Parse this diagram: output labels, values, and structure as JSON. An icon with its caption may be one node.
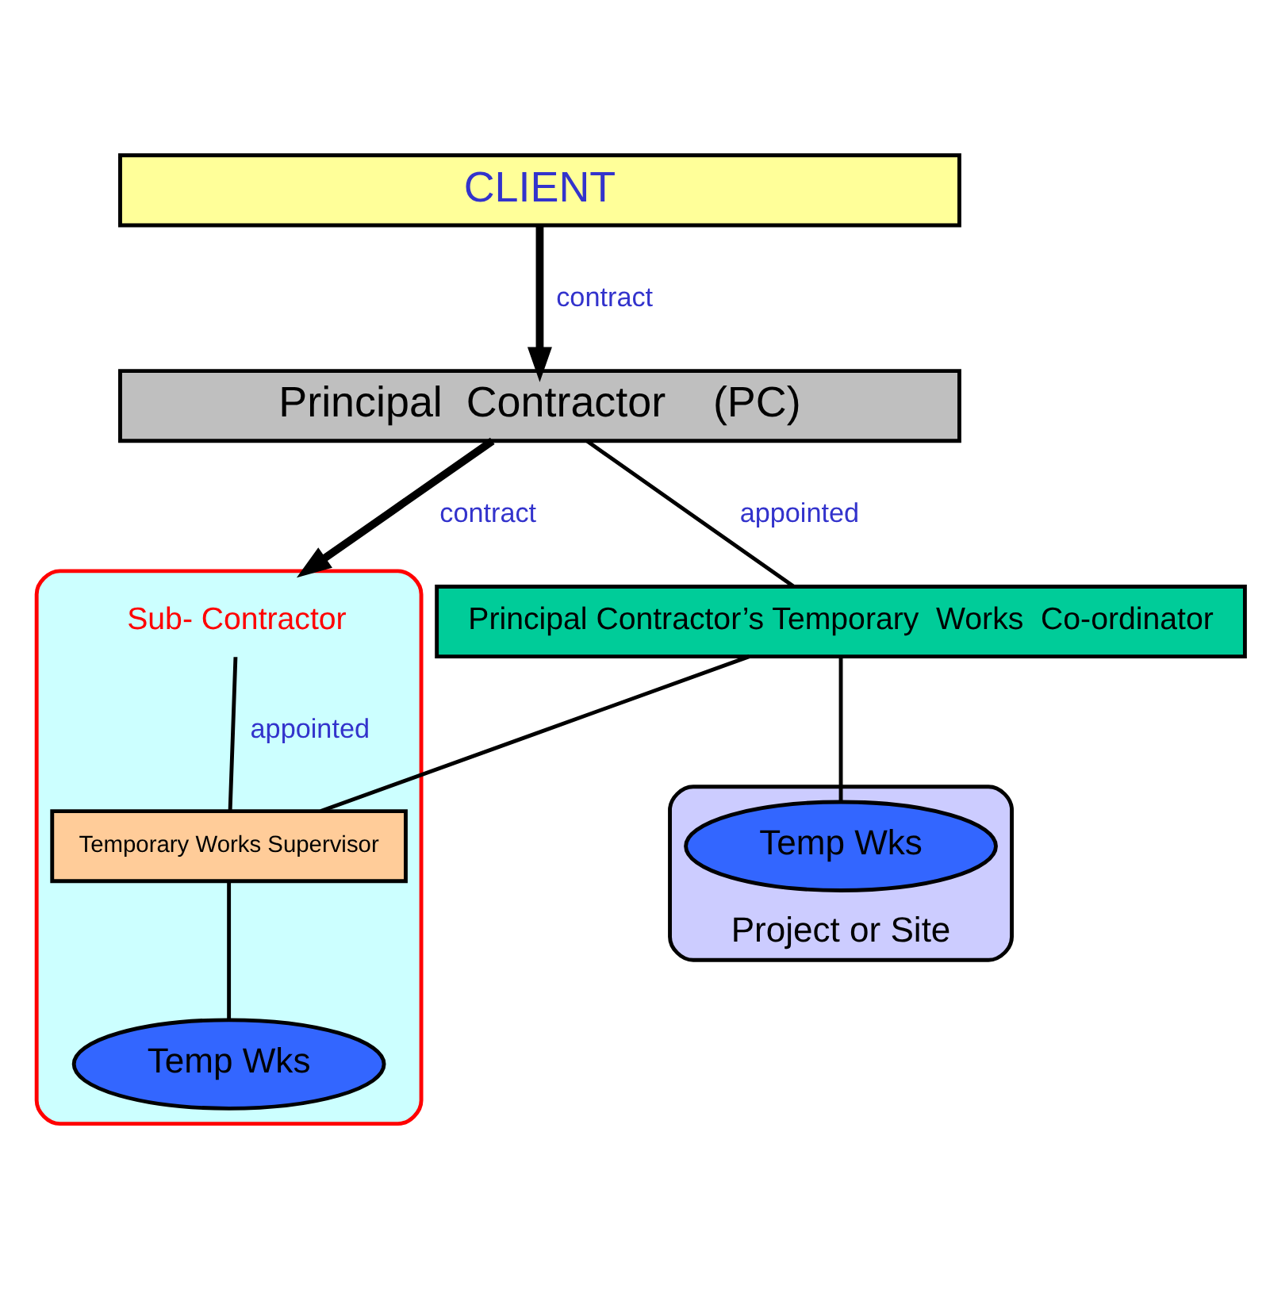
{
  "diagram": {
    "nodes": [
      {
        "text": [
          "CLIENT"
        ]
      },
      {
        "text": [
          "Principal  Contractor    (PC)"
        ]
      },
      {
        "text": [
          "Principal Contractor’s Temporary  Works  Co-ordinator"
        ]
      },
      {
        "text": [
          "Project or Site"
        ]
      },
      {
        "text": [
          "Sub- Contractor"
        ]
      },
      {
        "text": [
          "Temporary Works Supervisor"
        ],
        "in": 4
      },
      {
        "text": [
          "Temp Wks"
        ],
        "in": 4
      },
      {
        "text": [
          "Temp Wks"
        ],
        "in": 3
      }
    ],
    "edges": [
      {
        "from": 0,
        "to": 1,
        "arrow": "to",
        "label": "contract",
        "style": "thick"
      },
      {
        "from": 1,
        "to": 4,
        "arrow": "to",
        "label": "contract",
        "style": "thick"
      },
      {
        "from": 1,
        "to": 2,
        "arrow": "none",
        "label": "appointed"
      },
      {
        "from": 2,
        "to": 5,
        "arrow": "none"
      },
      {
        "from": 2,
        "to": 7,
        "arrow": "none"
      },
      {
        "from": 4,
        "to": 5,
        "arrow": "none",
        "label": "appointed"
      },
      {
        "from": 5,
        "to": 6,
        "arrow": "none"
      }
    ]
  }
}
